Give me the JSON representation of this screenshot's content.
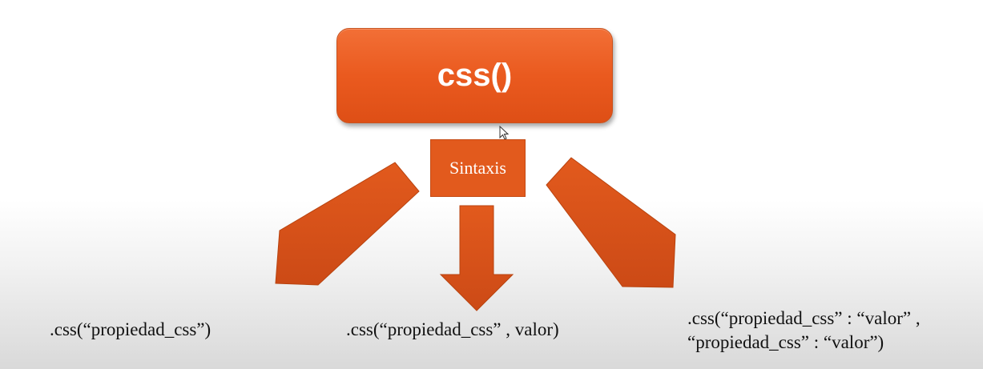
{
  "diagram": {
    "title": "css()",
    "subtitle": "Sintaxis",
    "labels": [
      {
        "line1": ".css(“propiedad_css”)"
      },
      {
        "line1": ".css(“propiedad_css” , valor)"
      },
      {
        "line1": ".css(“propiedad_css” : “valor” ,",
        "line2": "“propiedad_css” : “valor”)"
      }
    ]
  },
  "colors": {
    "accent": "#E85A1E",
    "arrow": "#D2501D",
    "text": "#111111"
  },
  "icons": [
    "arrow-down-left-icon",
    "arrow-down-icon",
    "arrow-down-right-icon",
    "mouse-cursor-icon"
  ]
}
